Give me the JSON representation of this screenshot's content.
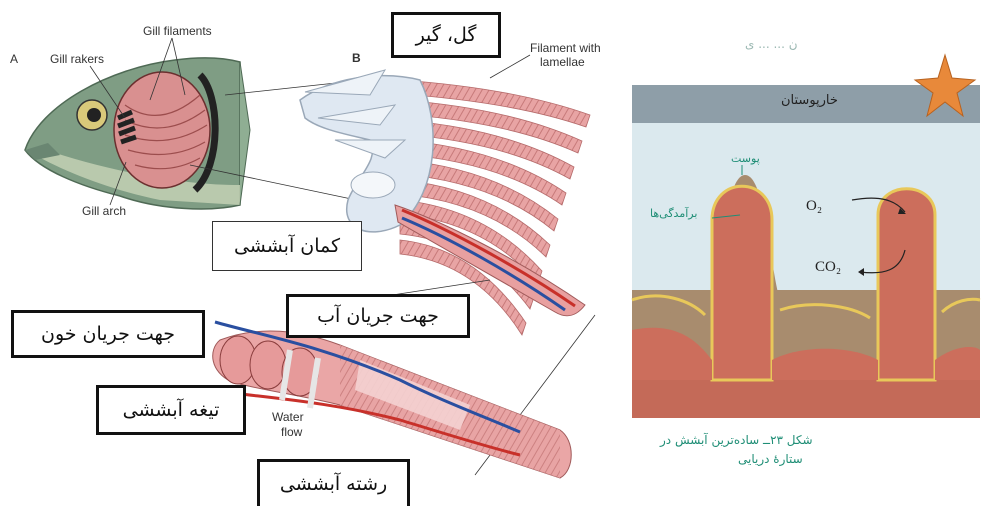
{
  "left_panel": {
    "panel_a_label": "A",
    "panel_b_label": "B",
    "gill_filaments": "Gill filaments",
    "gill_rakers": "Gill rakers",
    "gill_arch": "Gill arch",
    "filament_with_lamellae_1": "Filament with",
    "filament_with_lamellae_2": "lamellae",
    "water_flow_1": "Water",
    "water_flow_2": "flow"
  },
  "persian_labels": {
    "gill_raker": "گل، گیر",
    "gill_arch": "کمان آبششی",
    "water_direction": "جهت جریان آب",
    "blood_direction": "جهت جریان خون",
    "gill_lamella": "تیغه آبششی",
    "gill_filament": "رشته آبششی"
  },
  "right_panel": {
    "top_faded_text": "ن ... ... ی",
    "band_label": "خارپوستان",
    "skin_label": "پوست",
    "projections_label": "برآمدگی‌ها",
    "o2_label": "O₂",
    "co2_label": "CO₂",
    "caption_line1": "شکل ۲۳ــ ساده‌ترین آبشش در",
    "caption_line2": "ستارهٔ دریایی"
  },
  "colors": {
    "gill_pink": "#e8a0a0",
    "vessel_blue": "#2a4fa0",
    "vessel_red": "#c8302a",
    "band_gray": "#8e9ea8",
    "water_blue": "#dbe9ee",
    "tissue_tan": "#a88c6e",
    "caption_green": "#1f8e76",
    "star_orange": "#e8893a"
  }
}
